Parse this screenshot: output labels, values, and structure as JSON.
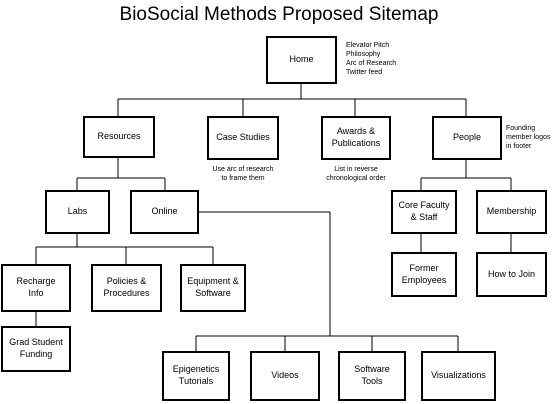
{
  "title": "BioSocial Methods Proposed Sitemap",
  "nodes": {
    "home": "Home",
    "resources": "Resources",
    "case_studies": "Case Studies",
    "awards": "Awards &\nPublications",
    "people": "People",
    "labs": "Labs",
    "online": "Online",
    "core_faculty": "Core Faculty\n& Staff",
    "membership": "Membership",
    "recharge": "Recharge\nInfo",
    "policies": "Policies &\nProcedures",
    "equipment": "Equipment &\nSoftware",
    "former_employees": "Former\nEmployees",
    "how_to_join": "How to Join",
    "grad_funding": "Grad Student\nFunding",
    "epigenetics": "Epigenetics\nTutorials",
    "videos": "Videos",
    "software_tools": "Software\nTools",
    "visualizations": "Visualizations"
  },
  "notes": {
    "home": "Elevator Pitch\nPhilosophy\nArc of Research\nTwitter feed",
    "case_studies": "Use arc of research\nto frame them",
    "awards": "List in reverse\nchronological order",
    "people": "Founding\nmember logos\nin footer"
  }
}
